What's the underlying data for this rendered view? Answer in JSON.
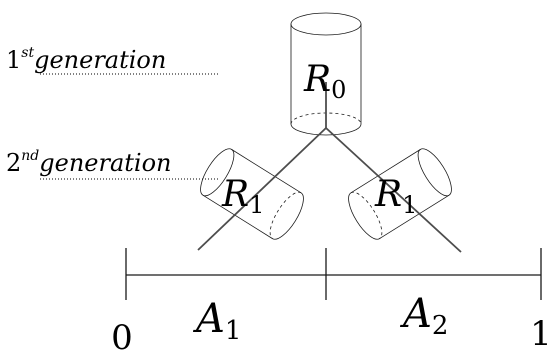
{
  "generations": {
    "first": {
      "ordinal": "1",
      "suffix": "st",
      "word": "generation"
    },
    "second": {
      "ordinal": "2",
      "suffix": "nd",
      "word": "generation"
    }
  },
  "cylinders": {
    "root": {
      "symbol": "R",
      "index": "0"
    },
    "left": {
      "symbol": "R",
      "index": "1"
    },
    "right": {
      "symbol": "R",
      "index": "1"
    }
  },
  "axis": {
    "start_label": "0",
    "end_label": "1",
    "segment_left": {
      "symbol": "A",
      "index": "1"
    },
    "segment_right": {
      "symbol": "A",
      "index": "2"
    }
  }
}
